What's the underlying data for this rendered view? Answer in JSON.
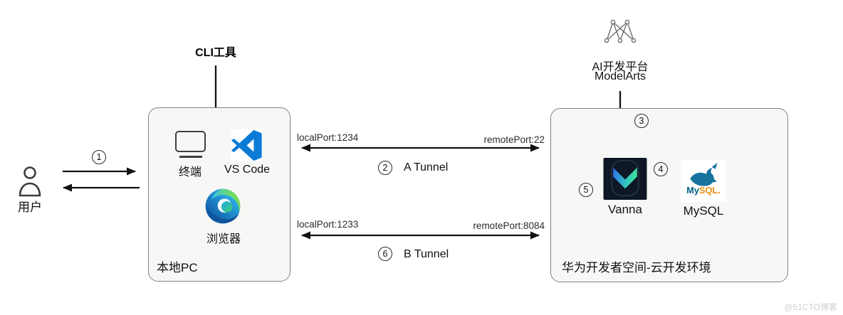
{
  "user": {
    "label": "用户"
  },
  "cli_tool": {
    "label": "CLI工具"
  },
  "local_pc": {
    "title": "本地PC",
    "terminal": "终端",
    "vscode": "VS Code",
    "browser": "浏览器"
  },
  "tunnel_a": {
    "local_port": "localPort:1234",
    "remote_port": "remotePort:22",
    "name": "A Tunnel"
  },
  "tunnel_b": {
    "local_port": "localPort:1233",
    "remote_port": "remotePort:8084",
    "name": "B Tunnel"
  },
  "modelarts": {
    "line1": "AI开发平台",
    "line2": "ModelArts"
  },
  "cloud": {
    "title": "华为开发者空间-云开发环境",
    "vanna": "Vanna",
    "mysql": "MySQL"
  },
  "mysql_logo": {
    "my": "My",
    "sql": "SQL."
  },
  "steps": {
    "s1": "1",
    "s2": "2",
    "s3": "3",
    "s4": "4",
    "s5": "5",
    "s6": "6"
  },
  "watermark": "@51CTO博客",
  "colors": {
    "box_fill": "#f7f7f6",
    "box_border": "#82827a",
    "arrow": "#111111",
    "vanna_bg": "#0d1726",
    "vanna_gradient_start": "#2f6bee",
    "vanna_gradient_end": "#3ce59c",
    "vscode_blue": "#0c7bd6",
    "mysql_blue": "#00618a",
    "mysql_orange": "#e8900c",
    "edge_dark_blue": "#0c59a4",
    "edge_green": "#7ddf3f"
  }
}
